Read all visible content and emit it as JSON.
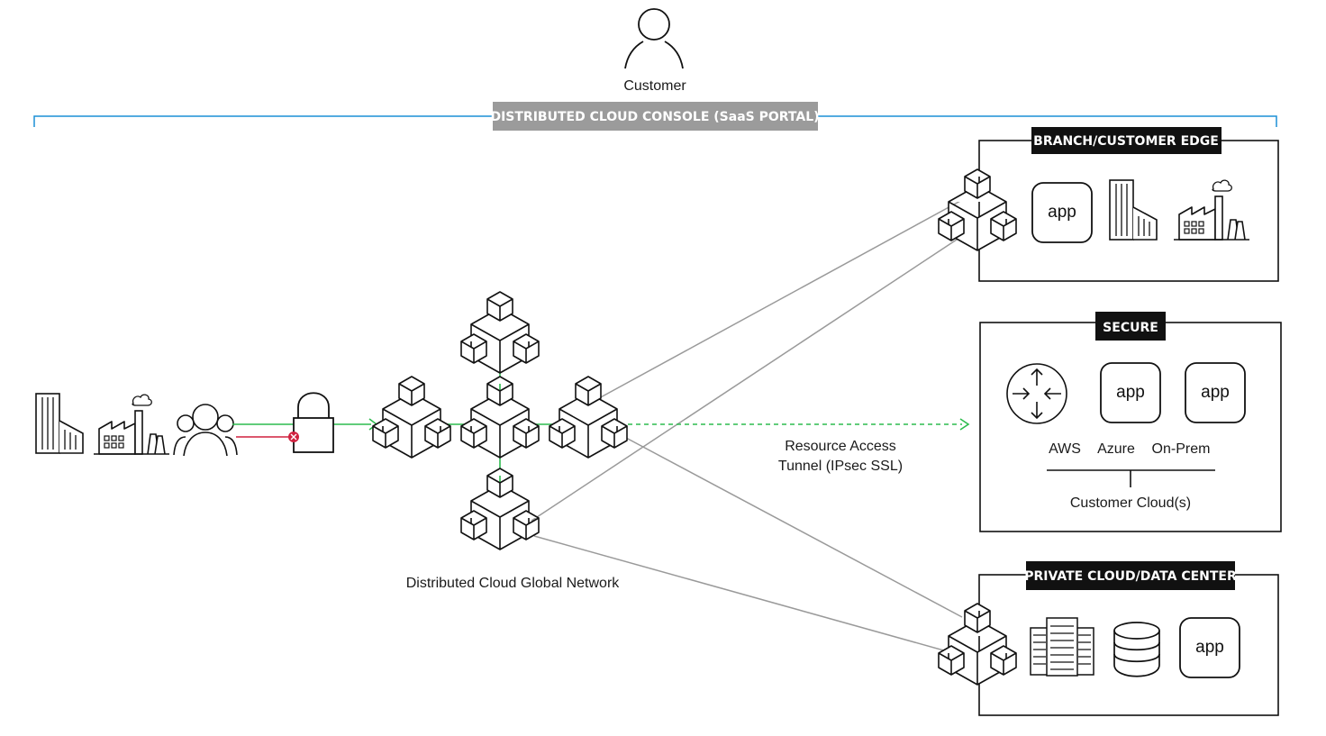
{
  "customer_label": "Customer",
  "console": {
    "title": "DISTRIBUTED CLOUD CONSOLE (SaaS PORTAL)",
    "badge_color": "#9b9b9b",
    "bracket_color": "#1b8fd6"
  },
  "global_network_label": "Distributed Cloud Global Network",
  "tunnel": {
    "line1": "Resource Access",
    "line2": "Tunnel (IPsec SSL)"
  },
  "branch_edge": {
    "title": "BRANCH/CUSTOMER EDGE",
    "app_label": "app"
  },
  "secure": {
    "title": "SECURE",
    "app1_label": "app",
    "app2_label": "app",
    "clouds": [
      "AWS",
      "Azure",
      "On-Prem"
    ],
    "cloud_group_label": "Customer Cloud(s)"
  },
  "private_cloud": {
    "title": "PRIVATE CLOUD/DATA CENTER",
    "app_label": "app"
  },
  "colors": {
    "allowed_path": "#2dbb4e",
    "blocked_path": "#d0213f",
    "connector": "#9a9a9a"
  }
}
